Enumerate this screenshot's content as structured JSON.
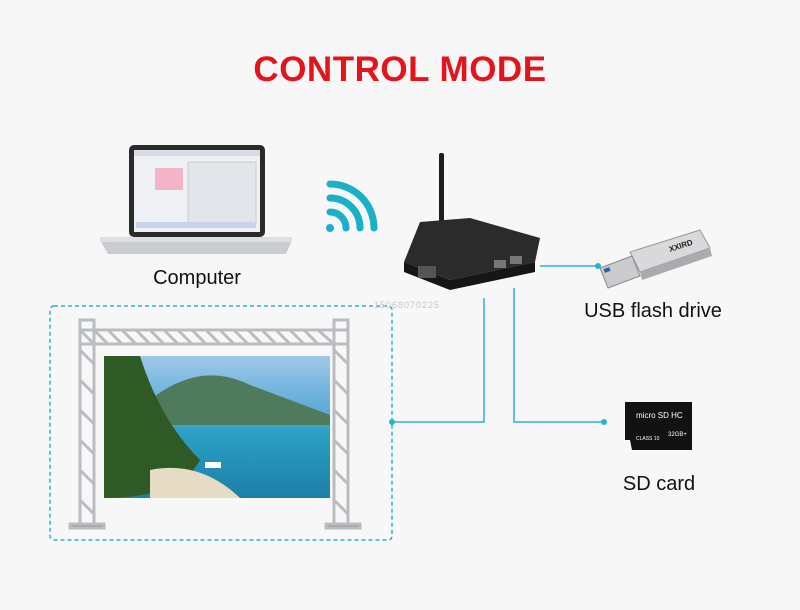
{
  "title": "CONTROL MODE",
  "labels": {
    "computer": "Computer",
    "usb": "USB flash drive",
    "sd": "SD card"
  },
  "watermark": "15068070225",
  "usb_brand": "XXIRD",
  "sd_card": {
    "brand": "micro SD HC",
    "capacity": "32GB+",
    "class": "CLASS 10"
  },
  "colors": {
    "title": "#e3141b",
    "connector": "#2bb3c7",
    "background": "#f7f7f7"
  }
}
